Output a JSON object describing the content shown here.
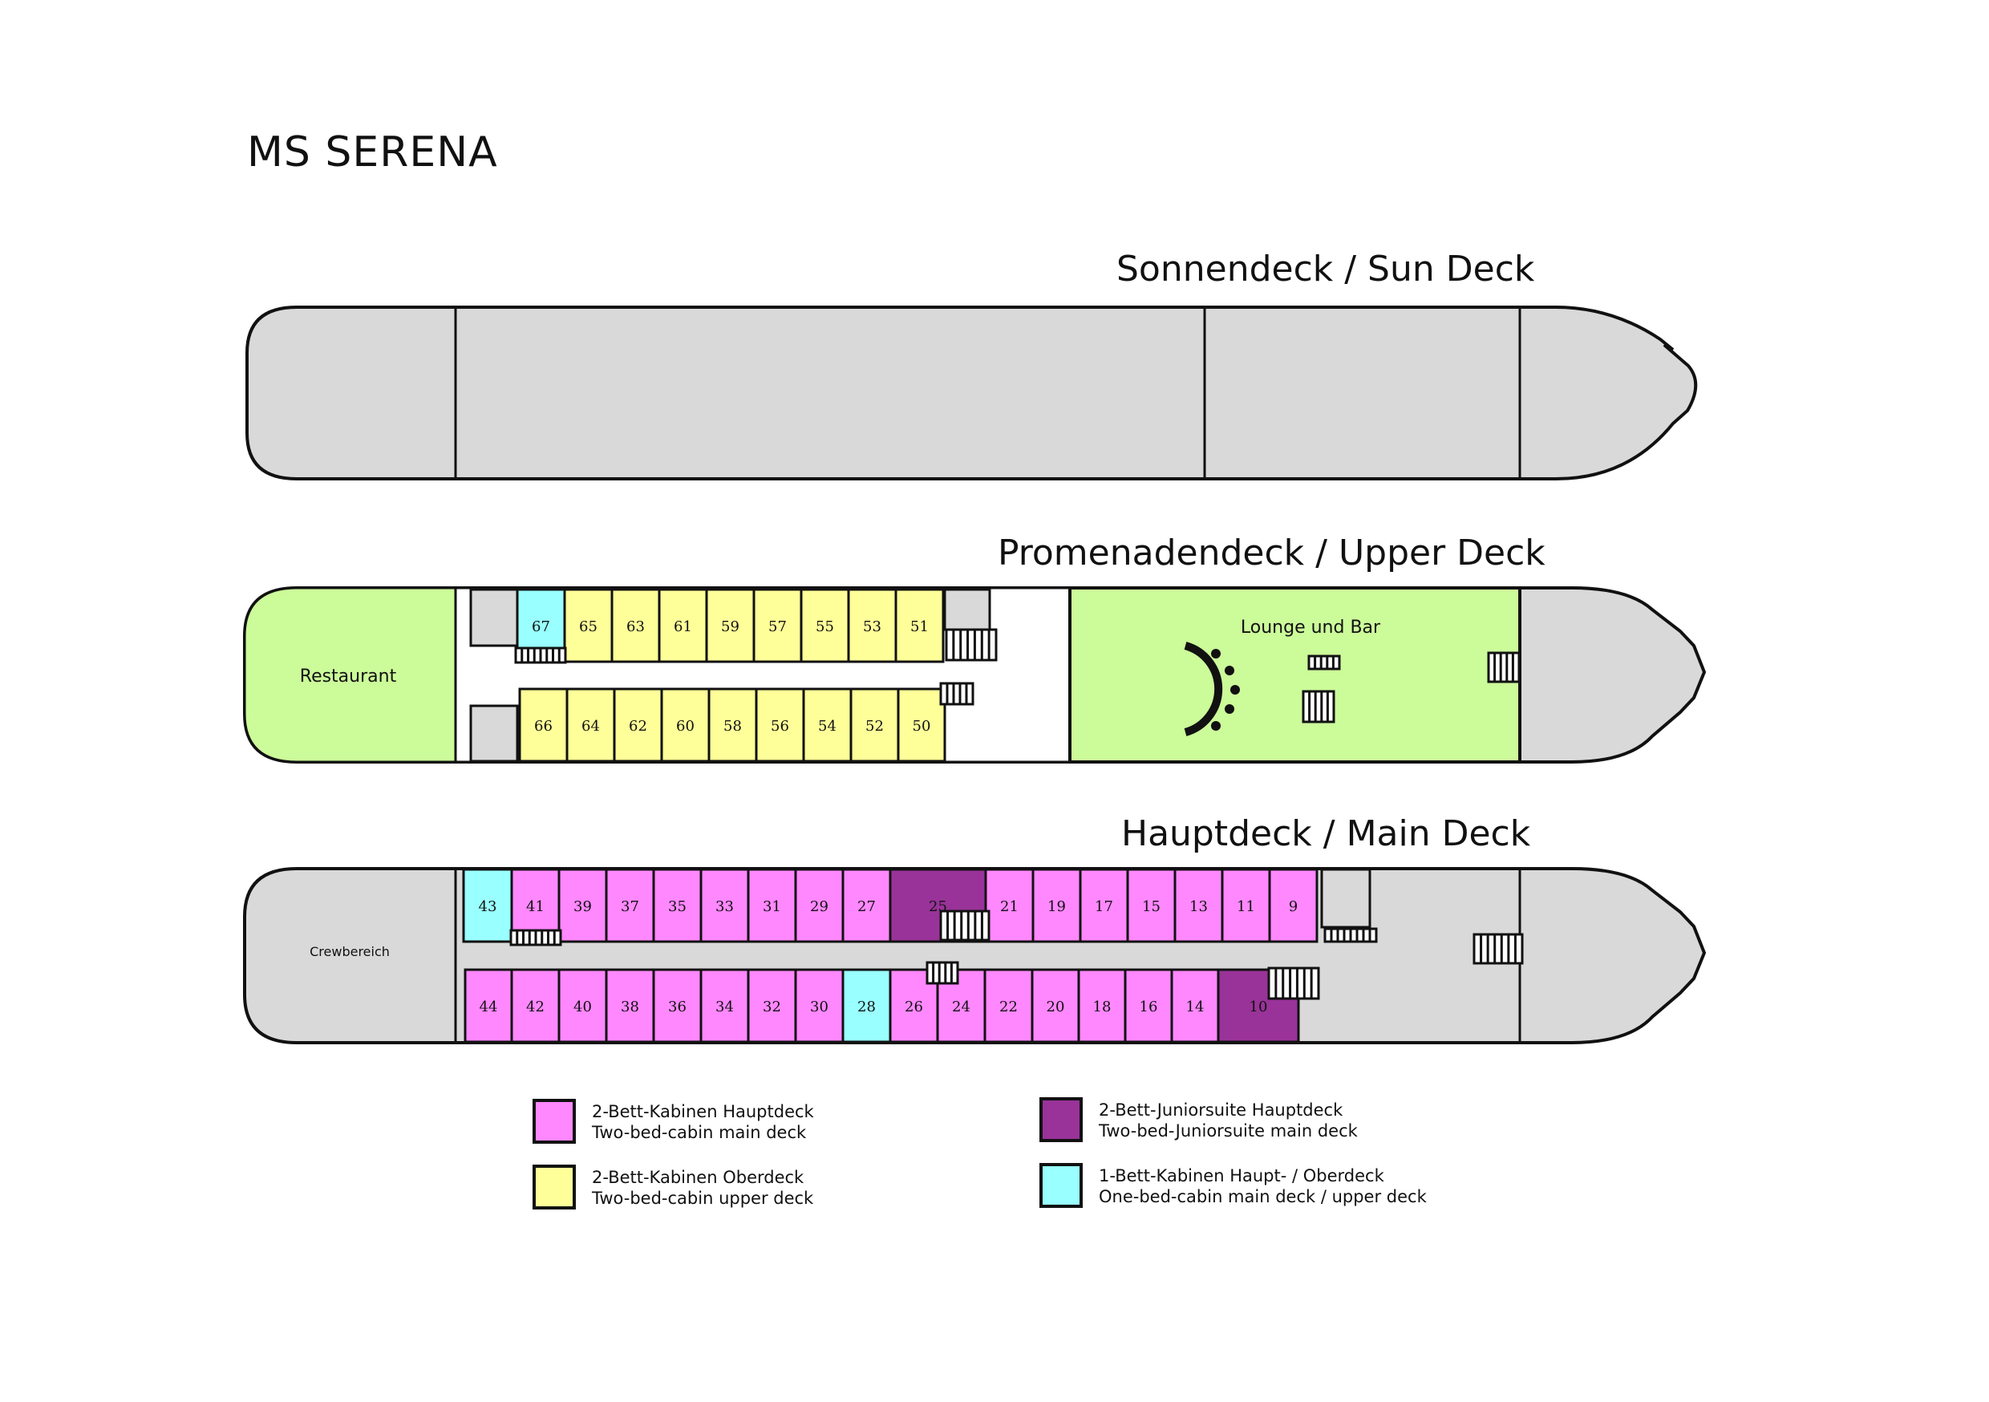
{
  "title": "MS SERENA",
  "colors": {
    "hull": "#d9d9d9",
    "outline": "#111111",
    "lounge": "#ccfb9a",
    "cabin_main": "#ff88ff",
    "cabin_upper": "#ffff99",
    "juniorsuite": "#993399",
    "single_cabin": "#99ffff",
    "corridor": "#ffffff"
  },
  "decks": {
    "sun": {
      "title": "Sonnendeck / Sun Deck"
    },
    "upper": {
      "title": "Promenadendeck / Upper Deck",
      "restaurant": "Restaurant",
      "lounge": "Lounge und Bar",
      "cabins_top": [
        {
          "no": "67",
          "type": "single_cabin"
        },
        {
          "no": "65",
          "type": "cabin_upper"
        },
        {
          "no": "63",
          "type": "cabin_upper"
        },
        {
          "no": "61",
          "type": "cabin_upper"
        },
        {
          "no": "59",
          "type": "cabin_upper"
        },
        {
          "no": "57",
          "type": "cabin_upper"
        },
        {
          "no": "55",
          "type": "cabin_upper"
        },
        {
          "no": "53",
          "type": "cabin_upper"
        },
        {
          "no": "51",
          "type": "cabin_upper"
        }
      ],
      "cabins_bottom": [
        {
          "no": "66",
          "type": "cabin_upper"
        },
        {
          "no": "64",
          "type": "cabin_upper"
        },
        {
          "no": "62",
          "type": "cabin_upper"
        },
        {
          "no": "60",
          "type": "cabin_upper"
        },
        {
          "no": "58",
          "type": "cabin_upper"
        },
        {
          "no": "56",
          "type": "cabin_upper"
        },
        {
          "no": "54",
          "type": "cabin_upper"
        },
        {
          "no": "52",
          "type": "cabin_upper"
        },
        {
          "no": "50",
          "type": "cabin_upper"
        }
      ]
    },
    "main": {
      "title": "Hauptdeck / Main Deck",
      "crew_area": "Crewbereich",
      "cabins_top": [
        {
          "no": "43",
          "type": "single_cabin"
        },
        {
          "no": "41",
          "type": "cabin_main"
        },
        {
          "no": "39",
          "type": "cabin_main"
        },
        {
          "no": "37",
          "type": "cabin_main"
        },
        {
          "no": "35",
          "type": "cabin_main"
        },
        {
          "no": "33",
          "type": "cabin_main"
        },
        {
          "no": "31",
          "type": "cabin_main"
        },
        {
          "no": "29",
          "type": "cabin_main"
        },
        {
          "no": "27",
          "type": "cabin_main"
        },
        {
          "no": "25",
          "type": "juniorsuite"
        },
        {
          "no": "21",
          "type": "cabin_main"
        },
        {
          "no": "19",
          "type": "cabin_main"
        },
        {
          "no": "17",
          "type": "cabin_main"
        },
        {
          "no": "15",
          "type": "cabin_main"
        },
        {
          "no": "13",
          "type": "cabin_main"
        },
        {
          "no": "11",
          "type": "cabin_main"
        },
        {
          "no": "9",
          "type": "cabin_main"
        }
      ],
      "cabins_bottom": [
        {
          "no": "44",
          "type": "cabin_main"
        },
        {
          "no": "42",
          "type": "cabin_main"
        },
        {
          "no": "40",
          "type": "cabin_main"
        },
        {
          "no": "38",
          "type": "cabin_main"
        },
        {
          "no": "36",
          "type": "cabin_main"
        },
        {
          "no": "34",
          "type": "cabin_main"
        },
        {
          "no": "32",
          "type": "cabin_main"
        },
        {
          "no": "30",
          "type": "cabin_main"
        },
        {
          "no": "28",
          "type": "single_cabin"
        },
        {
          "no": "26",
          "type": "cabin_main"
        },
        {
          "no": "24",
          "type": "cabin_main"
        },
        {
          "no": "22",
          "type": "cabin_main"
        },
        {
          "no": "20",
          "type": "cabin_main"
        },
        {
          "no": "18",
          "type": "cabin_main"
        },
        {
          "no": "16",
          "type": "cabin_main"
        },
        {
          "no": "14",
          "type": "cabin_main"
        },
        {
          "no": "10",
          "type": "juniorsuite"
        }
      ]
    }
  },
  "legend": [
    {
      "type": "cabin_main",
      "line1": "2-Bett-Kabinen Hauptdeck",
      "line2": "Two-bed-cabin main deck"
    },
    {
      "type": "cabin_upper",
      "line1": "2-Bett-Kabinen Oberdeck",
      "line2": "Two-bed-cabin upper deck"
    },
    {
      "type": "juniorsuite",
      "line1": "2-Bett-Juniorsuite Hauptdeck",
      "line2": "Two-bed-Juniorsuite main deck"
    },
    {
      "type": "single_cabin",
      "line1": "1-Bett-Kabinen Haupt- / Oberdeck",
      "line2": "One-bed-cabin main deck / upper deck"
    }
  ]
}
